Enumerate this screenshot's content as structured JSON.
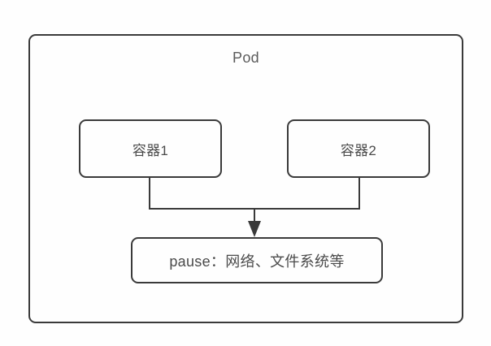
{
  "diagram": {
    "title": "Pod",
    "background_color": "#fefefe",
    "stroke_color": "#3a3a3a",
    "text_color": "#4a4a4a",
    "title_color": "#5b5b5b",
    "nodes": [
      {
        "id": "pod",
        "label": "Pod",
        "type": "boundary"
      },
      {
        "id": "container1",
        "label": "容器1",
        "type": "box"
      },
      {
        "id": "container2",
        "label": "容器2",
        "type": "box"
      },
      {
        "id": "pause",
        "label": "pause：网络、文件系统等",
        "type": "box"
      }
    ],
    "edges": [
      {
        "from": "container1",
        "to": "pause",
        "arrow": true
      },
      {
        "from": "container2",
        "to": "pause",
        "arrow": true
      }
    ]
  }
}
